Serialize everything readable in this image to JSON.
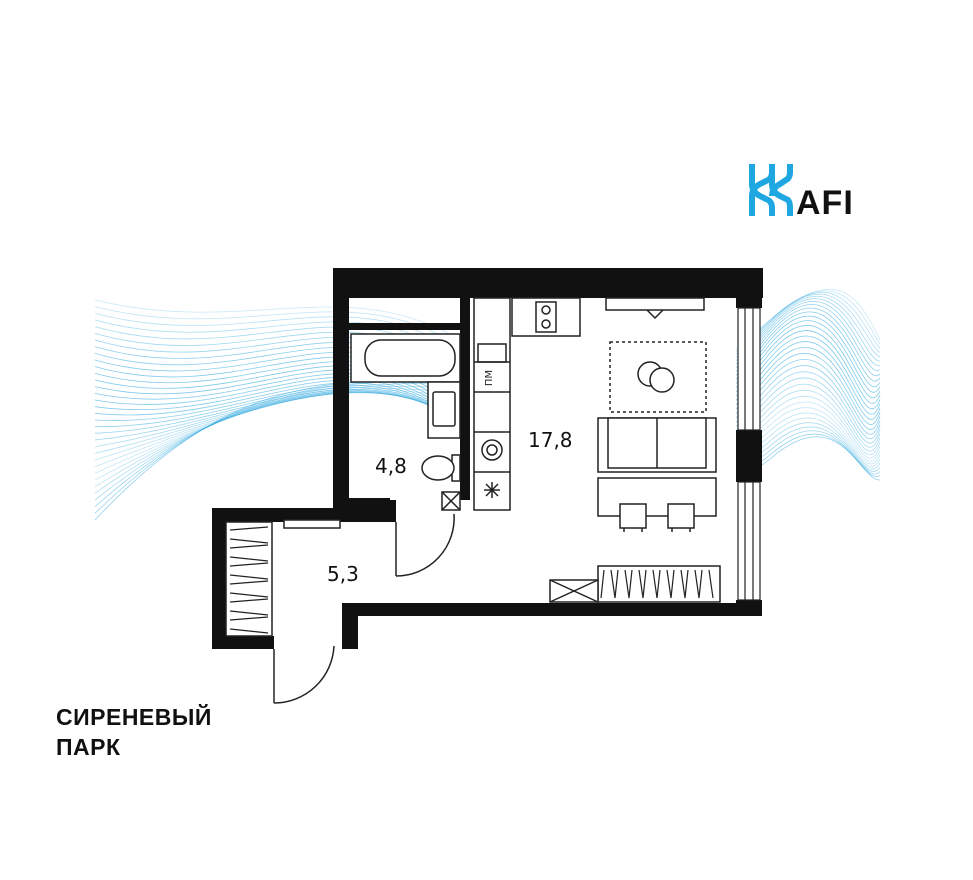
{
  "brand": {
    "logo_text": "AFI",
    "accent_color": "#1ea7e1"
  },
  "project": {
    "name_line1": "СИРЕНЕВЫЙ",
    "name_line2": "ПАРК"
  },
  "rooms": [
    {
      "id": "living",
      "area": "17,8"
    },
    {
      "id": "bathroom",
      "area": "4,8"
    },
    {
      "id": "hallway",
      "area": "5,3"
    }
  ],
  "labels": {
    "cabinet_mark": "ПМ"
  },
  "colors": {
    "wall": "#111111",
    "furniture_line": "#222222",
    "wave": "#2aa6de"
  }
}
